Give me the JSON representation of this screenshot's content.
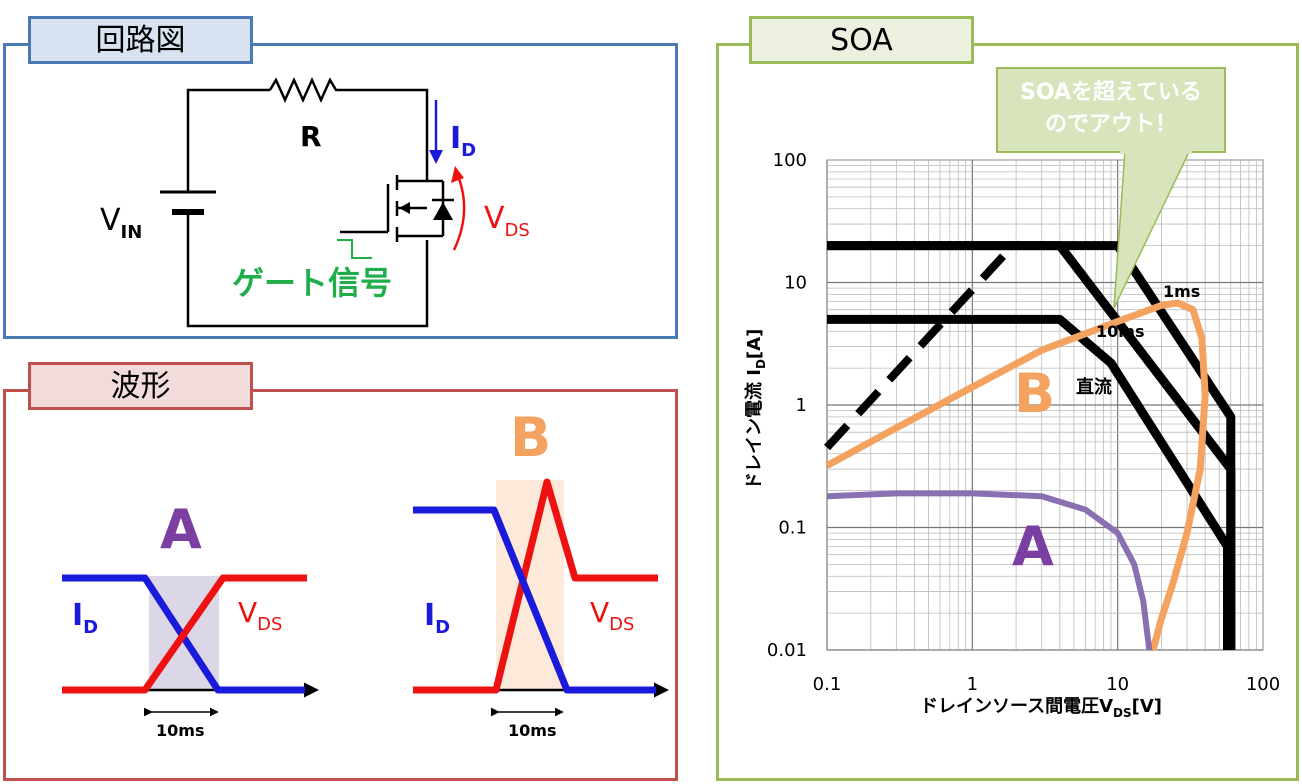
{
  "colors": {
    "circuit_border": "#4a7ab5",
    "circuit_tab": "#d9e2f1",
    "wave_border": "#c0504d",
    "wave_tab": "#f2dcdb",
    "soa_border": "#9bbb59",
    "soa_tab": "#ebf1de",
    "blue": "#1a1adb",
    "red": "#ee1111",
    "green": "#1fae4a",
    "purple": "#7a5aa8",
    "orange": "#f4a25f"
  },
  "circuit": {
    "title": "回路図",
    "resistor_label": "R",
    "vin_main": "V",
    "vin_sub": "IN",
    "id_main": "I",
    "id_sub": "D",
    "vds_main": "V",
    "vds_sub": "DS",
    "gate_label": "ゲート信号"
  },
  "waveform": {
    "title": "波形",
    "a_label": "A",
    "b_label": "B",
    "id_main": "I",
    "id_sub": "D",
    "vds_main": "V",
    "vds_sub": "DS",
    "a_duration": "10ms",
    "b_duration": "10ms"
  },
  "soa": {
    "title": "SOA",
    "callout_line1": "SOAを超えている",
    "callout_line2": "のでアウト！",
    "label_1ms": "1ms",
    "label_10ms": "10ms",
    "label_dc": "直流",
    "curve_a_label": "A",
    "curve_b_label": "B"
  },
  "chart_data": {
    "type": "line",
    "xscale": "log",
    "yscale": "log",
    "xlim": [
      0.1,
      100
    ],
    "ylim": [
      0.01,
      100
    ],
    "x_ticks": [
      "0.1",
      "1",
      "10",
      "100"
    ],
    "y_ticks": [
      "100",
      "10",
      "1",
      "0.1",
      "0.01"
    ],
    "xlabel_main": "ドレインソース間電圧V",
    "xlabel_sub": "DS",
    "xlabel_tail": "[V]",
    "ylabel_main": "ドレイン電流 I",
    "ylabel_sub": "D",
    "ylabel_tail": "[A]",
    "series": [
      {
        "name": "1ms",
        "points": [
          [
            0.1,
            20
          ],
          [
            10,
            20
          ],
          [
            60,
            0.8
          ],
          [
            60,
            0.01
          ]
        ]
      },
      {
        "name": "10ms",
        "points": [
          [
            0.1,
            20
          ],
          [
            4,
            20
          ],
          [
            60,
            0.3
          ],
          [
            60,
            0.01
          ]
        ]
      },
      {
        "name": "直流",
        "points": [
          [
            0.1,
            5
          ],
          [
            4,
            5
          ],
          [
            9,
            2.2
          ],
          [
            57,
            0.07
          ],
          [
            57,
            0.01
          ]
        ]
      },
      {
        "name": "",
        "points": [
          [
            0.1,
            0.45
          ],
          [
            1.9,
            20
          ]
        ]
      },
      {
        "name": "B",
        "points": [
          [
            0.1,
            0.32
          ],
          [
            0.3,
            0.65
          ],
          [
            1,
            1.4
          ],
          [
            3,
            2.8
          ],
          [
            10,
            4.8
          ],
          [
            20,
            6.5
          ],
          [
            26,
            6.8
          ],
          [
            33,
            6
          ],
          [
            38,
            3.5
          ],
          [
            40,
            1.2
          ],
          [
            37,
            0.3
          ],
          [
            30,
            0.09
          ],
          [
            24,
            0.035
          ],
          [
            20,
            0.018
          ],
          [
            17.5,
            0.01
          ]
        ]
      },
      {
        "name": "A",
        "points": [
          [
            0.1,
            0.18
          ],
          [
            0.3,
            0.19
          ],
          [
            1,
            0.19
          ],
          [
            3,
            0.18
          ],
          [
            6,
            0.14
          ],
          [
            10,
            0.09
          ],
          [
            13,
            0.05
          ],
          [
            15,
            0.025
          ],
          [
            16.5,
            0.01
          ]
        ]
      }
    ]
  }
}
